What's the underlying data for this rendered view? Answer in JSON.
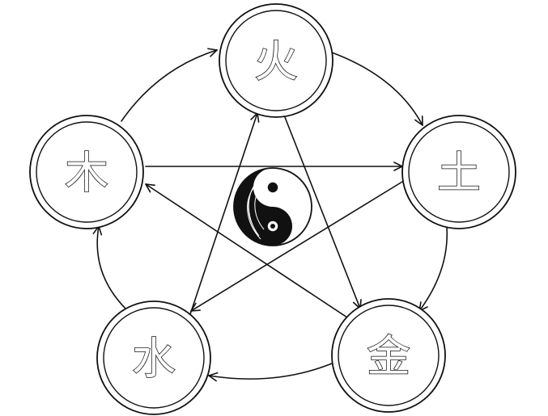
{
  "elements": [
    {
      "id": "fire",
      "glyph": "火"
    },
    {
      "id": "earth",
      "glyph": "土"
    },
    {
      "id": "metal",
      "glyph": "金"
    },
    {
      "id": "water",
      "glyph": "水"
    },
    {
      "id": "wood",
      "glyph": "木"
    }
  ],
  "center_icon": "yin-yang-icon",
  "colors": {
    "ink": "#111111",
    "paper": "#ffffff"
  }
}
